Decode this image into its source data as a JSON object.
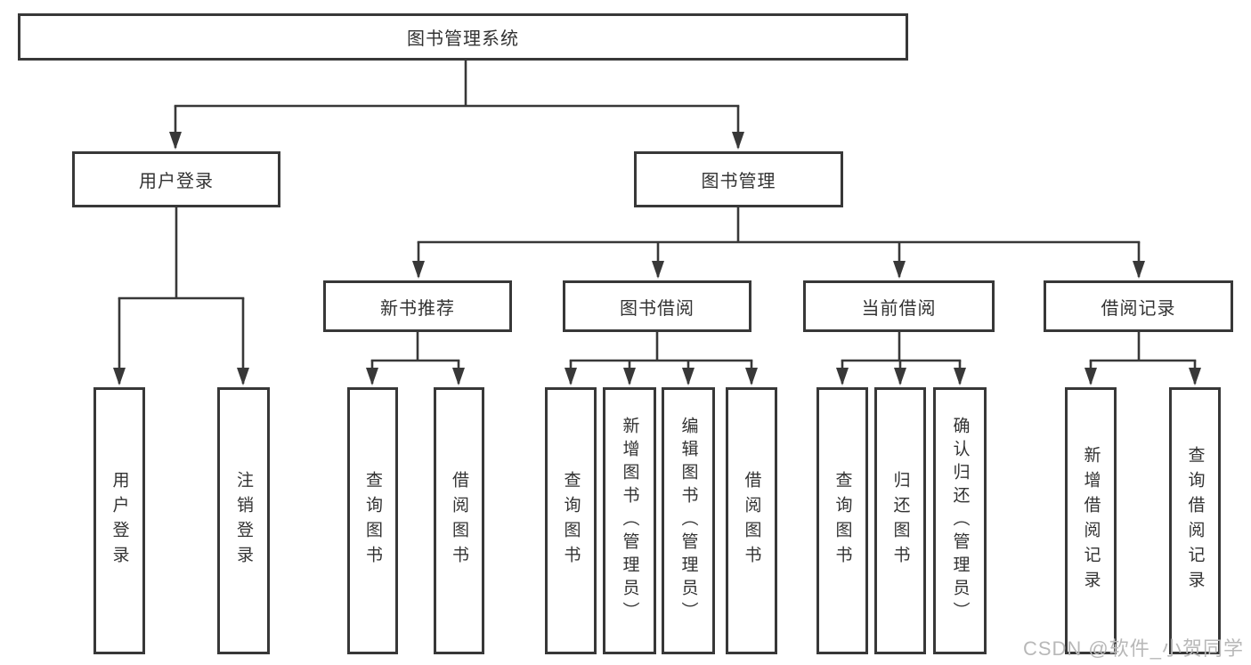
{
  "diagram": {
    "root": "图书管理系统",
    "branches": [
      {
        "label": "用户登录",
        "leaves": [
          "用户登录",
          "注销登录"
        ]
      },
      {
        "label": "图书管理",
        "sections": [
          {
            "label": "新书推荐",
            "leaves": [
              "查询图书",
              "借阅图书"
            ]
          },
          {
            "label": "图书借阅",
            "leaves": [
              "查询图书",
              "新增图书（管理员）",
              "编辑图书（管理员）",
              "借阅图书"
            ]
          },
          {
            "label": "当前借阅",
            "leaves": [
              "查询图书",
              "归还图书",
              "确认归还（管理员）"
            ]
          },
          {
            "label": "借阅记录",
            "leaves": [
              "新增借阅记录",
              "查询借阅记录"
            ]
          }
        ]
      }
    ]
  },
  "watermark": {
    "text": "CSDN @软件_小贺同学"
  },
  "colors": {
    "line": "#383838",
    "box_border": "#383838",
    "box_fill": "#ffffff",
    "text": "#333333",
    "watermark_text": "#b8b8b8",
    "background": "#ffffff"
  }
}
